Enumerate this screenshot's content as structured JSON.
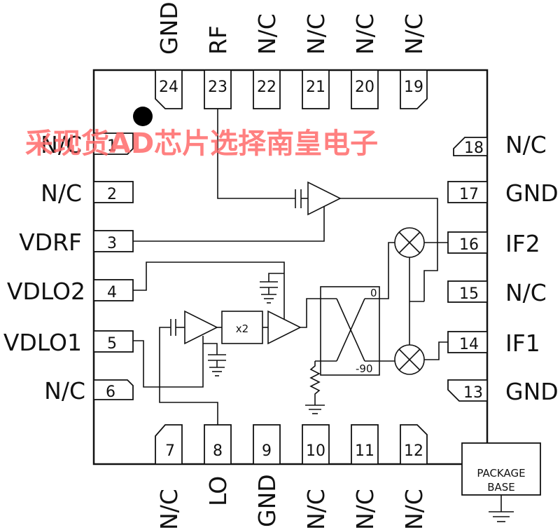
{
  "watermark": "采现货AD芯片选择南皇电子",
  "pins": {
    "p1": {
      "num": "1",
      "label": "N/C"
    },
    "p2": {
      "num": "2",
      "label": "N/C"
    },
    "p3": {
      "num": "3",
      "label": "VDRF"
    },
    "p4": {
      "num": "4",
      "label": "VDLO2"
    },
    "p5": {
      "num": "5",
      "label": "VDLO1"
    },
    "p6": {
      "num": "6",
      "label": "N/C"
    },
    "p7": {
      "num": "7",
      "label": "N/C"
    },
    "p8": {
      "num": "8",
      "label": "LO"
    },
    "p9": {
      "num": "9",
      "label": "GND"
    },
    "p10": {
      "num": "10",
      "label": "N/C"
    },
    "p11": {
      "num": "11",
      "label": "N/C"
    },
    "p12": {
      "num": "12",
      "label": "N/C"
    },
    "p13": {
      "num": "13",
      "label": "GND"
    },
    "p14": {
      "num": "14",
      "label": "IF1"
    },
    "p15": {
      "num": "15",
      "label": "N/C"
    },
    "p16": {
      "num": "16",
      "label": "IF2"
    },
    "p17": {
      "num": "17",
      "label": "GND"
    },
    "p18": {
      "num": "18",
      "label": "N/C"
    },
    "p19": {
      "num": "19",
      "label": "N/C"
    },
    "p20": {
      "num": "20",
      "label": "N/C"
    },
    "p21": {
      "num": "21",
      "label": "N/C"
    },
    "p22": {
      "num": "22",
      "label": "N/C"
    },
    "p23": {
      "num": "23",
      "label": "RF"
    },
    "p24": {
      "num": "24",
      "label": "GND"
    }
  },
  "blocks": {
    "doubler": "x2",
    "hybrid_port_0": "0",
    "hybrid_port_90": "-90",
    "package_base": [
      "PACKAGE",
      "BASE"
    ]
  }
}
